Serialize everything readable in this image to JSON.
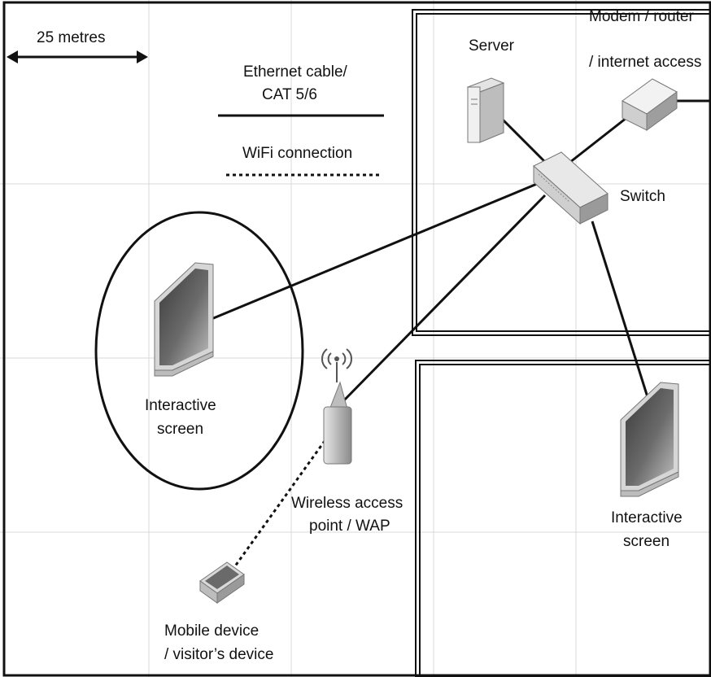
{
  "scale": {
    "label": "25 metres"
  },
  "legend": {
    "ethernet_line1": "Ethernet cable/",
    "ethernet_line2": "CAT 5/6",
    "wifi": "WiFi connection"
  },
  "devices": {
    "server": "Server",
    "modem_line1": "Modem / router",
    "modem_line2": "/ internet access",
    "switch": "Switch",
    "screen_left_line1": "Interactive",
    "screen_left_line2": "screen",
    "wap_line1": "Wireless access",
    "wap_line2": "point / WAP",
    "screen_right_line1": "Interactive",
    "screen_right_line2": "screen",
    "mobile_line1": "Mobile device",
    "mobile_line2": "/ visitor’s device"
  },
  "colors": {
    "ink": "#111111",
    "grid": "#d9d9d9",
    "device_grey": "#9a9a9a"
  }
}
